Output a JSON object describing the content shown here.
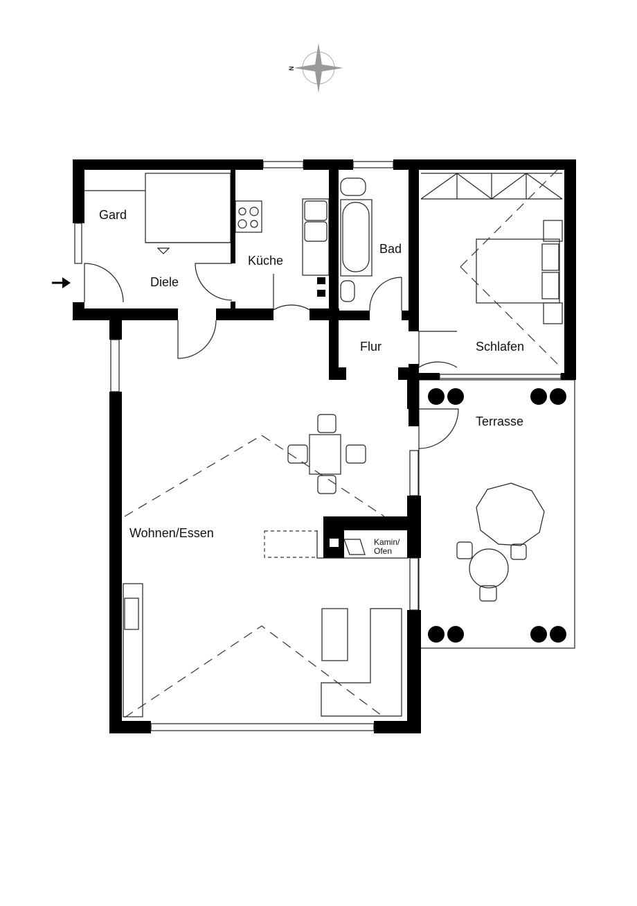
{
  "compass": {
    "north_label": "N"
  },
  "rooms": {
    "gard": "Gard",
    "diele": "Diele",
    "kueche": "Küche",
    "bad": "Bad",
    "flur": "Flur",
    "schlafen": "Schlafen",
    "terrasse": "Terrasse",
    "wohnen": "Wohnen/Essen",
    "kamin_line1": "Kamin/",
    "kamin_line2": "Ofen"
  },
  "colors": {
    "wall": "#000000",
    "compass": "#9a9a9a"
  }
}
